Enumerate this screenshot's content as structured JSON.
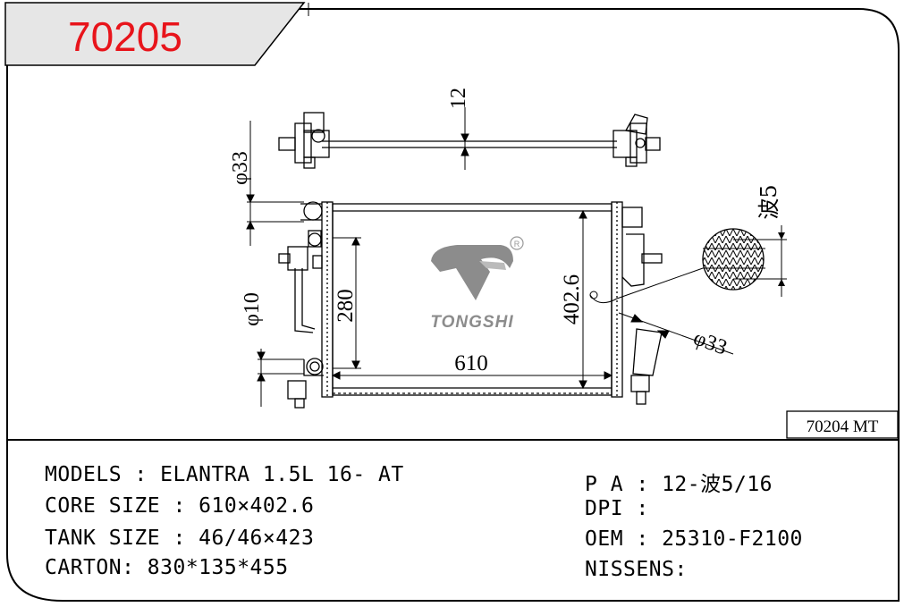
{
  "header": {
    "part_number": "70205",
    "part_number_color": "#e8141b",
    "header_fill": "#e6e6e6"
  },
  "drawing": {
    "dim_12": "12",
    "dim_dia33_top": "φ33",
    "dim_wave5": "波5",
    "dim_402_6": "402.6",
    "dim_280": "280",
    "dim_dia10": "φ10",
    "dim_610": "610",
    "dim_dia33_right": "φ33",
    "ref_box": "70204 MT"
  },
  "logo": {
    "brand": "TONGSHI",
    "registered": "R",
    "color": "#888888"
  },
  "specs": {
    "models": "MODELS : ELANTRA 1.5L 16- AT",
    "core_size": "CORE SIZE : 610×402.6",
    "tank_size": "TANK SIZE : 46/46×423",
    "carton": "CARTON: 830*135*455",
    "pa": "P A : 12-波5/16",
    "dpi": "DPI :",
    "oem": "OEM : 25310-F2100",
    "nissens": "NISSENS:"
  }
}
